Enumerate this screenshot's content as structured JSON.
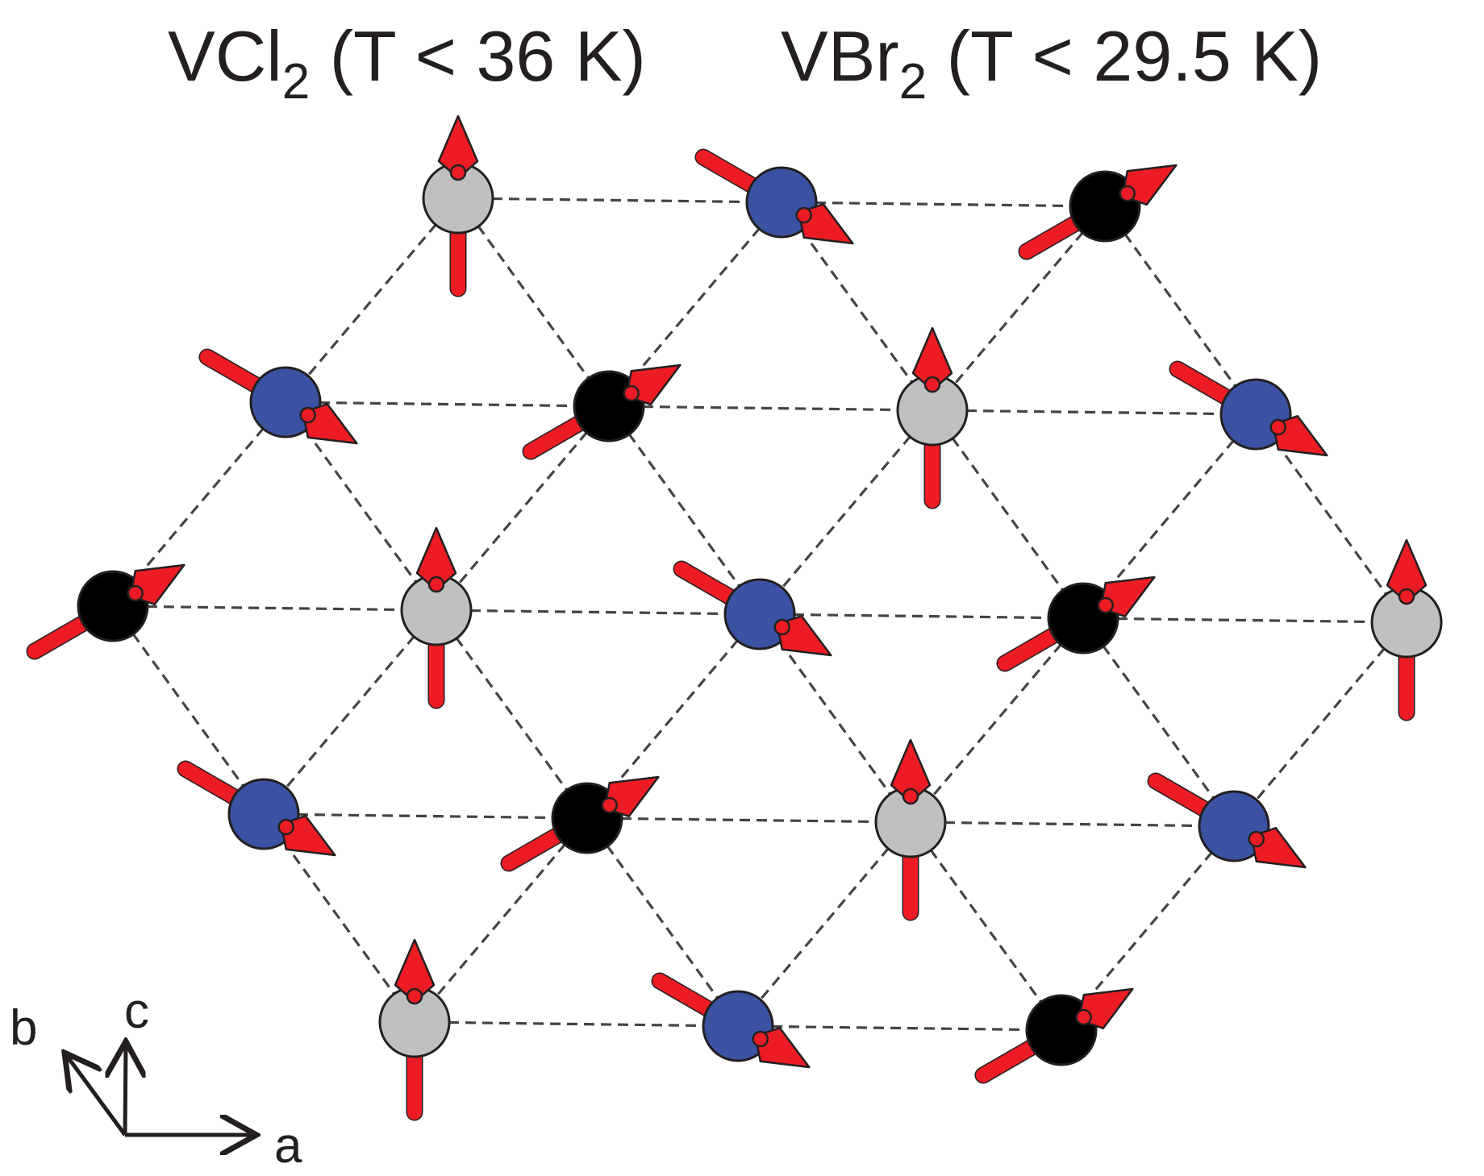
{
  "title": {
    "compound1": {
      "base": "VCl",
      "sub": "2",
      "condition": " (T < 36 K)"
    },
    "compound2": {
      "base": "VBr",
      "sub": "2",
      "condition": " (T < 29.5 K)"
    }
  },
  "axes": {
    "a": "a",
    "b": "b",
    "c": "c"
  },
  "colors": {
    "site_gray": "#c0c0c0",
    "site_blue": "#3b52a3",
    "site_black": "#000000",
    "spin": "#ed1c24",
    "bond": "#444444",
    "outline": "#231f20"
  },
  "lattice": {
    "rows": [
      {
        "kinds": [
          "gray",
          "blue",
          "black"
        ]
      },
      {
        "kinds": [
          "blue",
          "black",
          "gray",
          "blue"
        ]
      },
      {
        "kinds": [
          "black",
          "gray",
          "blue",
          "black",
          "gray"
        ]
      },
      {
        "kinds": [
          "blue",
          "black",
          "gray",
          "blue"
        ]
      },
      {
        "kinds": [
          "gray",
          "blue",
          "black"
        ]
      }
    ],
    "spin_orientation": {
      "gray": "up",
      "blue": "down-right",
      "black": "up-right"
    }
  }
}
